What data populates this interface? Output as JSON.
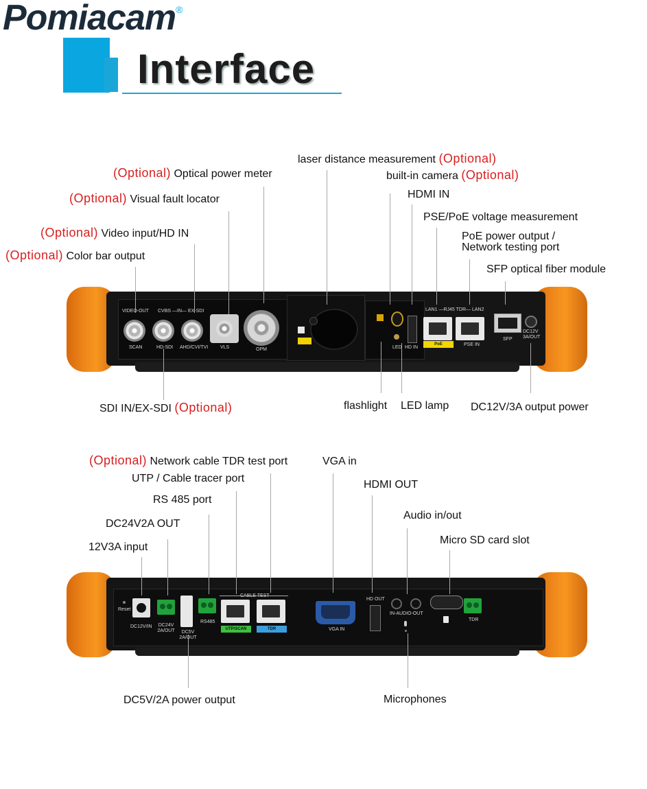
{
  "header": {
    "brand": "Pomiacam",
    "trademark": "®",
    "title": "Interface"
  },
  "colors": {
    "optional": "#d81e1e",
    "brand_blue": "#0aa6e0",
    "handle_orange": "#f08a1c"
  },
  "optional_word": "(Optional)",
  "top_view": {
    "labels": {
      "optical_power_meter": "Optical power meter",
      "visual_fault_locator": "Visual fault locator",
      "video_input": "Video input/HD IN",
      "color_bar_output": "Color bar output",
      "laser_distance": "laser distance measurement",
      "built_in_camera": "built-in camera",
      "hdmi_in": "HDMI IN",
      "pse_poe": "PSE/PoE voltage measurement",
      "poe_output_1": "PoE power output /",
      "poe_output_2": "Network testing port",
      "sfp": "SFP optical fiber module",
      "sdi_in": "SDI IN/EX-SDI",
      "flashlight": "flashlight",
      "led_lamp": "LED lamp",
      "dc12v": "DC12V/3A output power"
    },
    "silk": {
      "video_out": "VIDEO-OUT",
      "cvbs": "CVBS —IN— EX-SDI",
      "scan": "SCAN",
      "hd_sdi": "HD-SDI",
      "ahd": "AHD/CVI/TVI",
      "vls": "VLS",
      "opm": "OPM",
      "led": "LED",
      "hd_in": "HD IN",
      "lan_header": "LAN1 —RJ45 TDR— LAN2",
      "poe": "PoE",
      "pse_in": "PSE IN",
      "sfp": "SFP",
      "dc12v": "DC12V 3A/OUT"
    }
  },
  "bottom_view": {
    "labels": {
      "tdr_port": "Network cable TDR test port",
      "utp_tracer": "UTP / Cable tracer port",
      "rs485": "RS 485 port",
      "dc24v": "DC24V2A OUT",
      "input_12v": "12V3A input",
      "vga_in": "VGA in",
      "hdmi_out": "HDMI OUT",
      "audio": "Audio in/out",
      "micro_sd": "Micro SD card slot",
      "dc5v": "DC5V/2A power output",
      "microphones": "Microphones"
    },
    "silk": {
      "reset": "Reset",
      "dc12v_in": "DC12V/IN",
      "dc24v": "DC24V 2A/OUT",
      "dc5v": "DC5V 2A/OUT",
      "rs485": "RS485",
      "cable_test": "CABLE TEST",
      "utp_scan": "UTP/SCAN",
      "tdr": "TDR",
      "vga_in": "VGA IN",
      "hd_out": "HD OUT",
      "audio": "IN-AUDIO-OUT",
      "tdr2": "TDR"
    }
  }
}
